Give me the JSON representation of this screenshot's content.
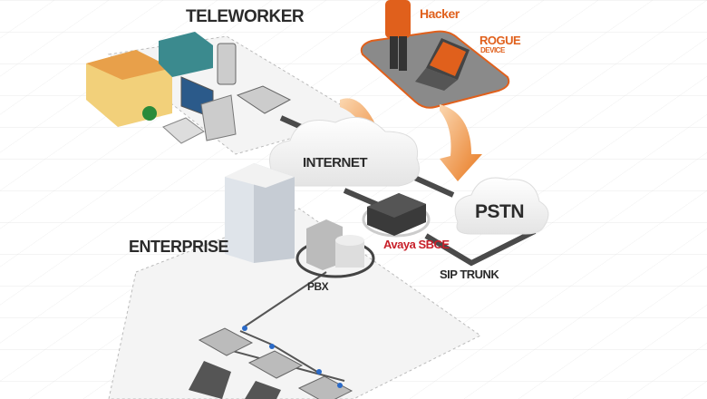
{
  "labels": {
    "teleworker": "TELEWORKER",
    "hacker": "Hacker",
    "rogue": "ROGUE",
    "device": "DEVICE",
    "internet": "INTERNET",
    "pstn": "PSTN",
    "enterprise": "ENTERPRISE",
    "sbce": "Avaya SBCE",
    "pbx": "PBX",
    "sip_trunk": "SIP TRUNK"
  },
  "colors": {
    "accent": "#e0601c",
    "sbce": "#c8202a",
    "text": "#2b2b2b",
    "line": "#4a4a4a"
  }
}
